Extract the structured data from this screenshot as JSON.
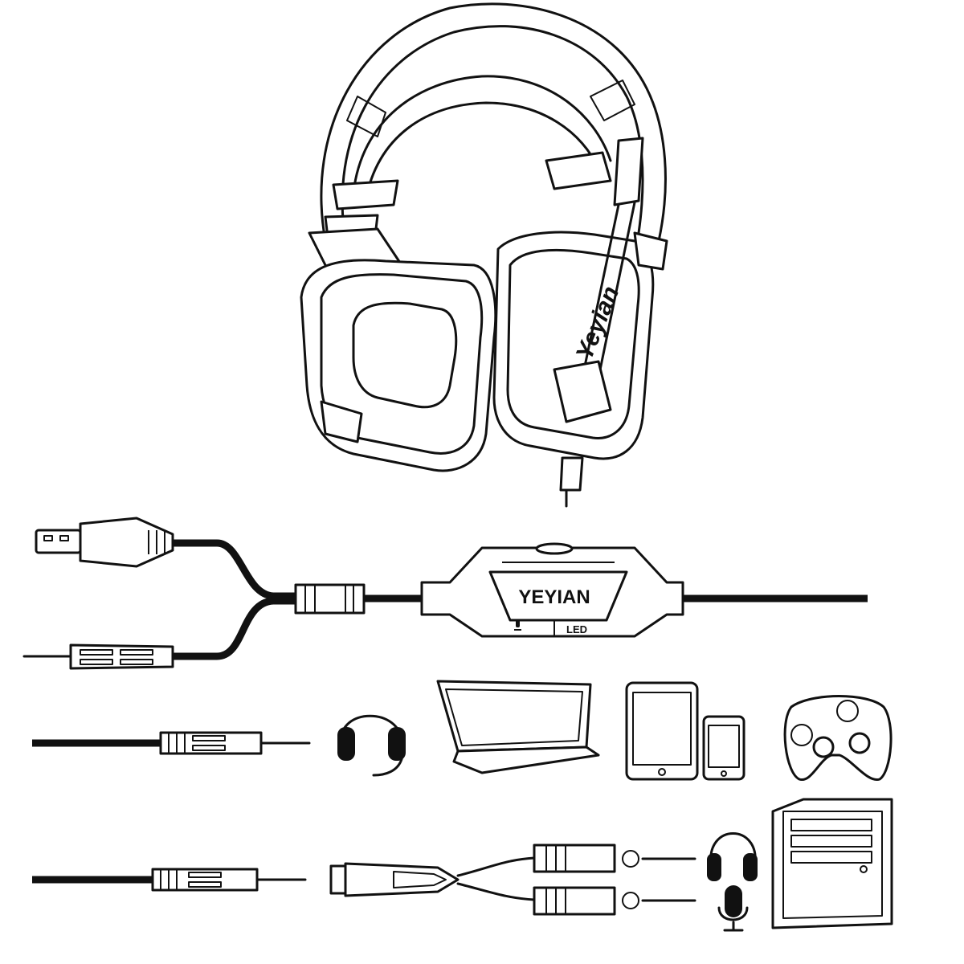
{
  "headset": {
    "logo_text": "Yeyian"
  },
  "controller": {
    "brand_label": "YEYIAN",
    "led_label": "LED",
    "mic_icon": "microphone-icon"
  },
  "compatible_devices": [
    "headset-icon",
    "laptop-icon",
    "tablet-icon",
    "phone-icon",
    "gamepad-icon"
  ],
  "adapter_targets": [
    "headphone-icon",
    "microphone-icon",
    "pc-tower-icon"
  ],
  "colors": {
    "line": "#111111",
    "background": "#ffffff"
  }
}
